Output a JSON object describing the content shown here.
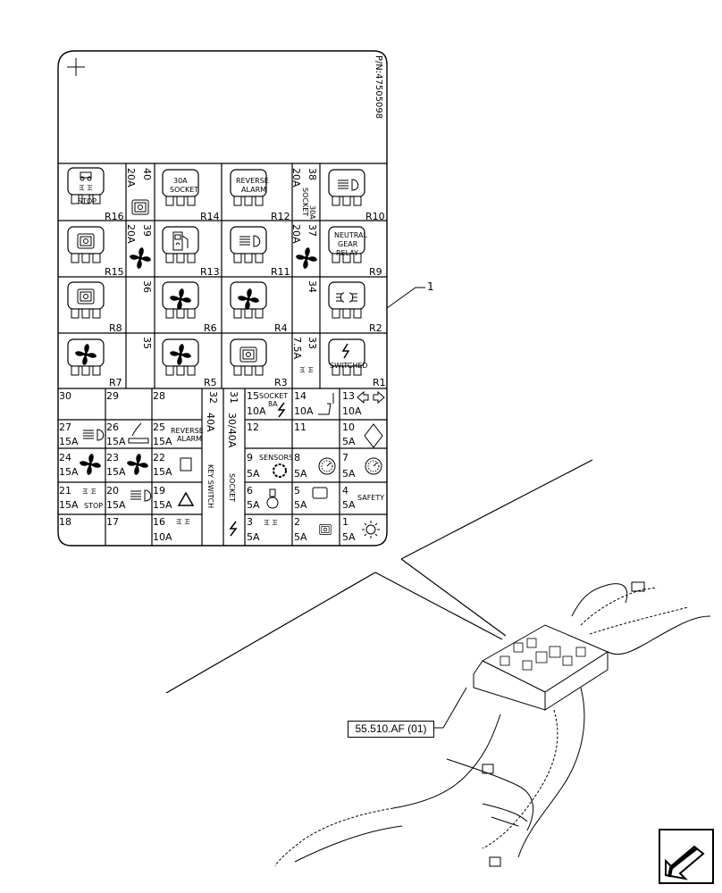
{
  "label_part_number": "P/N:47505098",
  "callout_number": "1",
  "reference": "55.510.AF (01)",
  "relays": {
    "R1": {
      "id": "R1",
      "text": "SWITCHED"
    },
    "R2": {
      "id": "R2"
    },
    "R3": {
      "id": "R3"
    },
    "R4": {
      "id": "R4"
    },
    "R5": {
      "id": "R5"
    },
    "R6": {
      "id": "R6"
    },
    "R7": {
      "id": "R7"
    },
    "R8": {
      "id": "R8"
    },
    "R9": {
      "id": "R9",
      "text1": "NEUTRAL",
      "text2": "GEAR",
      "text3": "RELAY"
    },
    "R10": {
      "id": "R10"
    },
    "R11": {
      "id": "R11"
    },
    "R12": {
      "id": "R12",
      "text1": "REVERSE",
      "text2": "ALARM"
    },
    "R13": {
      "id": "R13"
    },
    "R14": {
      "id": "R14",
      "text1": "30A",
      "text2": "SOCKET"
    },
    "R15": {
      "id": "R15"
    },
    "R16": {
      "id": "R16",
      "text": "STOP"
    }
  },
  "vertical_fuses": {
    "f40": {
      "num": "40",
      "amp": "20A"
    },
    "f39": {
      "num": "39",
      "amp": "20A"
    },
    "f38": {
      "num": "38",
      "amp": "20A",
      "label1": "30A",
      "label2": "SOCKET"
    },
    "f37": {
      "num": "37",
      "amp": "20A"
    },
    "f36": {
      "num": "36"
    },
    "f34": {
      "num": "34"
    },
    "f35": {
      "num": "35"
    },
    "f33": {
      "num": "33",
      "amp": "7.5A"
    }
  },
  "fuses": {
    "f30": {
      "num": "30"
    },
    "f29": {
      "num": "29"
    },
    "f28": {
      "num": "28"
    },
    "f32": {
      "num": "32",
      "amp": "40A",
      "label": "KEY SWITCH"
    },
    "f31": {
      "num": "31",
      "amp": "30/40A",
      "label": "SOCKET"
    },
    "f15": {
      "num": "15",
      "label": "SOCKET",
      "amp": "10A",
      "amp2": "8A"
    },
    "f14": {
      "num": "14",
      "amp": "10A"
    },
    "f13": {
      "num": "13",
      "amp": "10A"
    },
    "f27": {
      "num": "27",
      "amp": "15A"
    },
    "f26": {
      "num": "26",
      "amp": "15A"
    },
    "f25": {
      "num": "25",
      "amp": "15A",
      "label1": "REVERSE",
      "label2": "ALARM"
    },
    "f12": {
      "num": "12"
    },
    "f11": {
      "num": "11"
    },
    "f10": {
      "num": "10",
      "amp": "5A"
    },
    "f24": {
      "num": "24",
      "amp": "15A"
    },
    "f23": {
      "num": "23",
      "amp": "15A"
    },
    "f22": {
      "num": "22",
      "amp": "15A"
    },
    "f9": {
      "num": "9",
      "label": "SENSORS",
      "amp": "5A"
    },
    "f8": {
      "num": "8",
      "amp": "5A"
    },
    "f7": {
      "num": "7",
      "amp": "5A"
    },
    "f21": {
      "num": "21",
      "amp": "15A",
      "label": "STOP"
    },
    "f20": {
      "num": "20",
      "amp": "15A"
    },
    "f19": {
      "num": "19",
      "amp": "15A"
    },
    "f6": {
      "num": "6",
      "amp": "5A"
    },
    "f5": {
      "num": "5",
      "amp": "5A"
    },
    "f4": {
      "num": "4",
      "amp": "5A",
      "label": "SAFETY"
    },
    "f18": {
      "num": "18"
    },
    "f17": {
      "num": "17"
    },
    "f16": {
      "num": "16",
      "amp": "10A"
    },
    "f3": {
      "num": "3",
      "amp": "5A"
    },
    "f2": {
      "num": "2",
      "amp": "5A"
    },
    "f1": {
      "num": "1",
      "amp": "5A"
    }
  }
}
